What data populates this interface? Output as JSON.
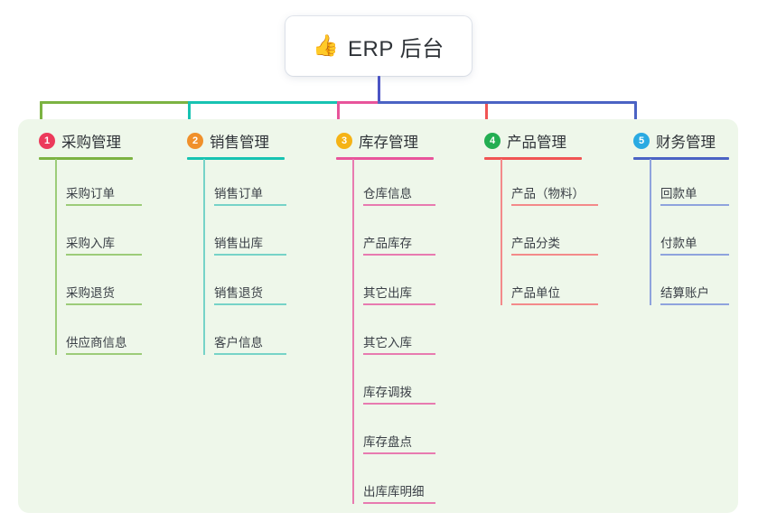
{
  "root": {
    "icon": "thumbs-up-icon",
    "icon_glyph": "👍",
    "title": "ERP 后台"
  },
  "palette": {
    "panel_background": "#eef7ea",
    "page_background": "#ffffff",
    "root_stem": "#4b54c4",
    "text": "#2f3338"
  },
  "columns": [
    {
      "number": "1",
      "title": "采购管理",
      "badge_color": "#ec3a5b",
      "line_color": "#7cb342",
      "leaf_color": "#9ccc79",
      "items": [
        {
          "label": "采购订单"
        },
        {
          "label": "采购入库"
        },
        {
          "label": "采购退货"
        },
        {
          "label": "供应商信息"
        }
      ]
    },
    {
      "number": "2",
      "title": "销售管理",
      "badge_color": "#f0902b",
      "line_color": "#17c3b2",
      "leaf_color": "#76d3c8",
      "items": [
        {
          "label": "销售订单"
        },
        {
          "label": "销售出库"
        },
        {
          "label": "销售退货"
        },
        {
          "label": "客户信息"
        }
      ]
    },
    {
      "number": "3",
      "title": "库存管理",
      "badge_color": "#f5b316",
      "line_color": "#e8549b",
      "leaf_color": "#e87bb0",
      "items": [
        {
          "label": "仓库信息"
        },
        {
          "label": "产品库存"
        },
        {
          "label": "其它出库"
        },
        {
          "label": "其它入库"
        },
        {
          "label": "库存调拨"
        },
        {
          "label": "库存盘点"
        },
        {
          "label": "出库库明细"
        }
      ]
    },
    {
      "number": "4",
      "title": "产品管理",
      "badge_color": "#23ae52",
      "line_color": "#f05454",
      "leaf_color": "#f38a8a",
      "items": [
        {
          "label": "产品（物料）"
        },
        {
          "label": "产品分类"
        },
        {
          "label": "产品单位"
        }
      ]
    },
    {
      "number": "5",
      "title": "财务管理",
      "badge_color": "#2aaae2",
      "line_color": "#4b63c4",
      "leaf_color": "#8fa3dd",
      "items": [
        {
          "label": "回款单"
        },
        {
          "label": "付款单"
        },
        {
          "label": "结算账户"
        }
      ]
    }
  ]
}
